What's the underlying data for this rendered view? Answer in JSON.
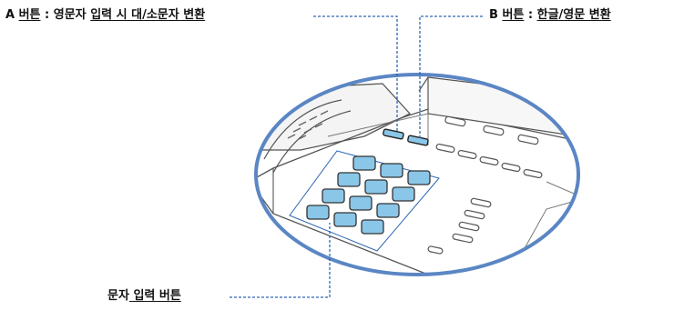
{
  "labels": {
    "a": {
      "prefix": "A ",
      "button": "버튼",
      "mid": " : 영문자 ",
      "underlined": "입력 시 대/소문자 변환"
    },
    "b": {
      "prefix": "B ",
      "button": "버튼",
      "mid": " : ",
      "underlined": "한글/영문 변환"
    },
    "c": {
      "plain": "문자",
      "underlined": " 입력 버튼"
    }
  },
  "colors": {
    "leader": "#2e66b5",
    "circle": "#5b86c4",
    "key": "#8ac6e8",
    "key_stroke": "#4d82b4",
    "line": "#555555"
  }
}
